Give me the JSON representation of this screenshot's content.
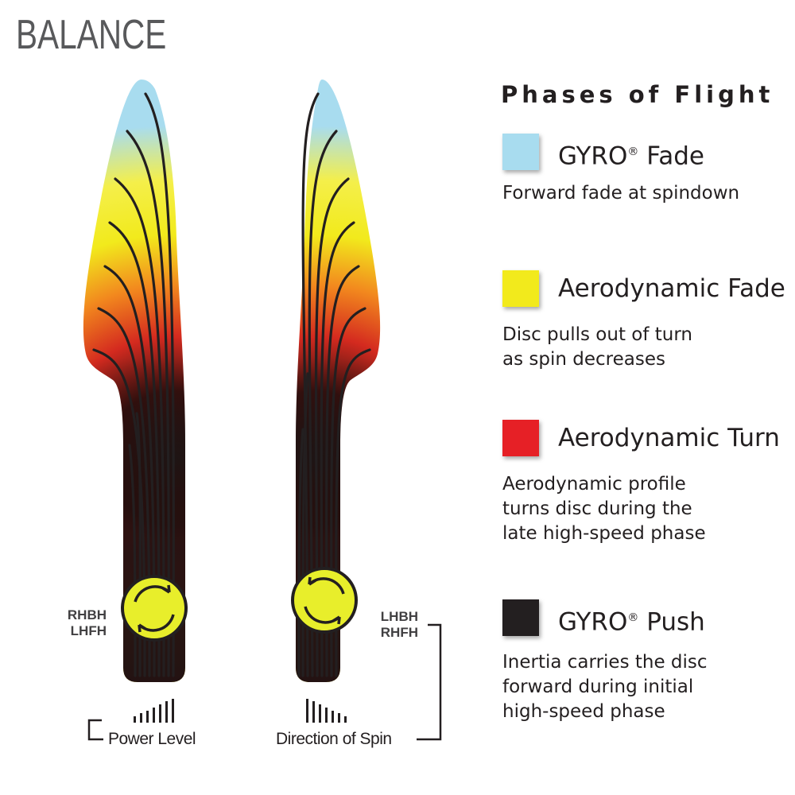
{
  "title": "BALANCE",
  "phases": {
    "heading": "Phases of Flight",
    "items": [
      {
        "name": "GYRO",
        "reg": "®",
        "suffix": " Fade",
        "color": "#a8dcef",
        "desc": [
          "Forward fade at spindown"
        ]
      },
      {
        "name": "Aerodynamic Fade",
        "reg": "",
        "suffix": "",
        "color": "#f2ea1c",
        "desc": [
          "Disc pulls out of turn",
          "as spin decreases"
        ]
      },
      {
        "name": "Aerodynamic Turn",
        "reg": "",
        "suffix": "",
        "color": "#e62026",
        "desc": [
          "Aerodynamic profile",
          "turns disc during the",
          "late high-speed phase"
        ]
      },
      {
        "name": "GYRO",
        "reg": "®",
        "suffix": " Push",
        "color": "#231f20",
        "desc": [
          "Inertia carries the disc",
          "forward during initial",
          "high-speed phase"
        ]
      }
    ]
  },
  "paths": {
    "left": {
      "throw_label_1": "RHBH",
      "throw_label_2": "LHFH",
      "spin_icon": "clockwise-arrows-icon"
    },
    "right": {
      "throw_label_1": "LHBH",
      "throw_label_2": "RHFH",
      "spin_icon": "counterclockwise-arrows-icon"
    }
  },
  "captions": {
    "power_level": "Power Level",
    "direction_of_spin": "Direction of Spin"
  }
}
